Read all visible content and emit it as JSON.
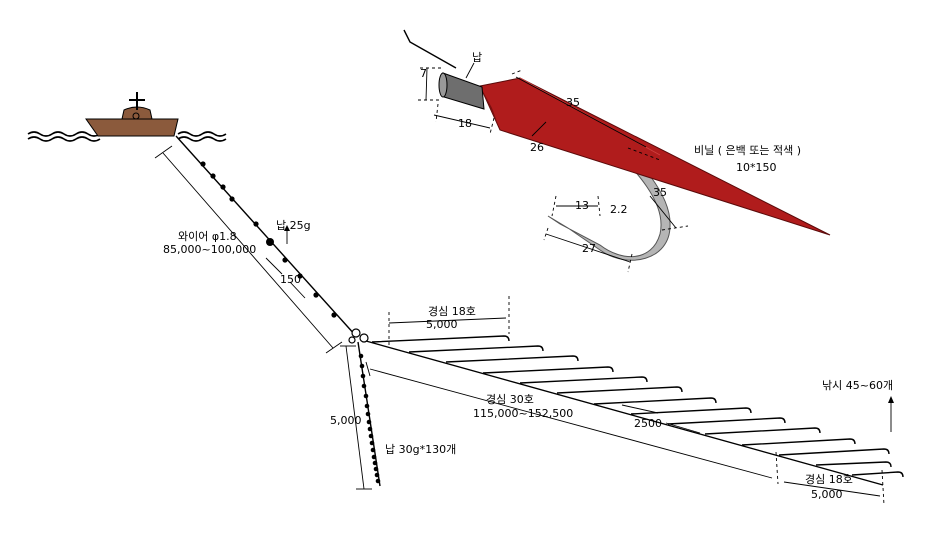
{
  "labels": {
    "wire_name": "와이어 φ1.8",
    "wire_length": "85,000~100,000",
    "sinker_25": "납 25g",
    "spacing_150": "150",
    "branch_top_name": "경심 18호",
    "branch_top_len": "5,000",
    "main_line_name": "경심 30호",
    "main_line_len": "115,000~152,500",
    "hook_spacing": "2500",
    "hooks_count": "낚시 45~60개",
    "branch_bot_name": "경심 18호",
    "branch_bot_len": "5,000",
    "drop_len": "5,000",
    "sinker_130": "납 30g*130개",
    "lead": "납",
    "dim_7": "7",
    "dim_18": "18",
    "dim_35a": "35",
    "dim_26": "26",
    "vinyl": "비닐 ( 은백  또는  적색 )",
    "vinyl_size": "10*150",
    "dim_13": "13",
    "dim_2_2": "2.2",
    "dim_35b": "35",
    "dim_27": "27"
  },
  "colors": {
    "lure_red": "#b01c1c",
    "lead_gray": "#6e6e6e",
    "hook_gray": "#9a9a9a",
    "boat_brown": "#8b5a3c"
  }
}
